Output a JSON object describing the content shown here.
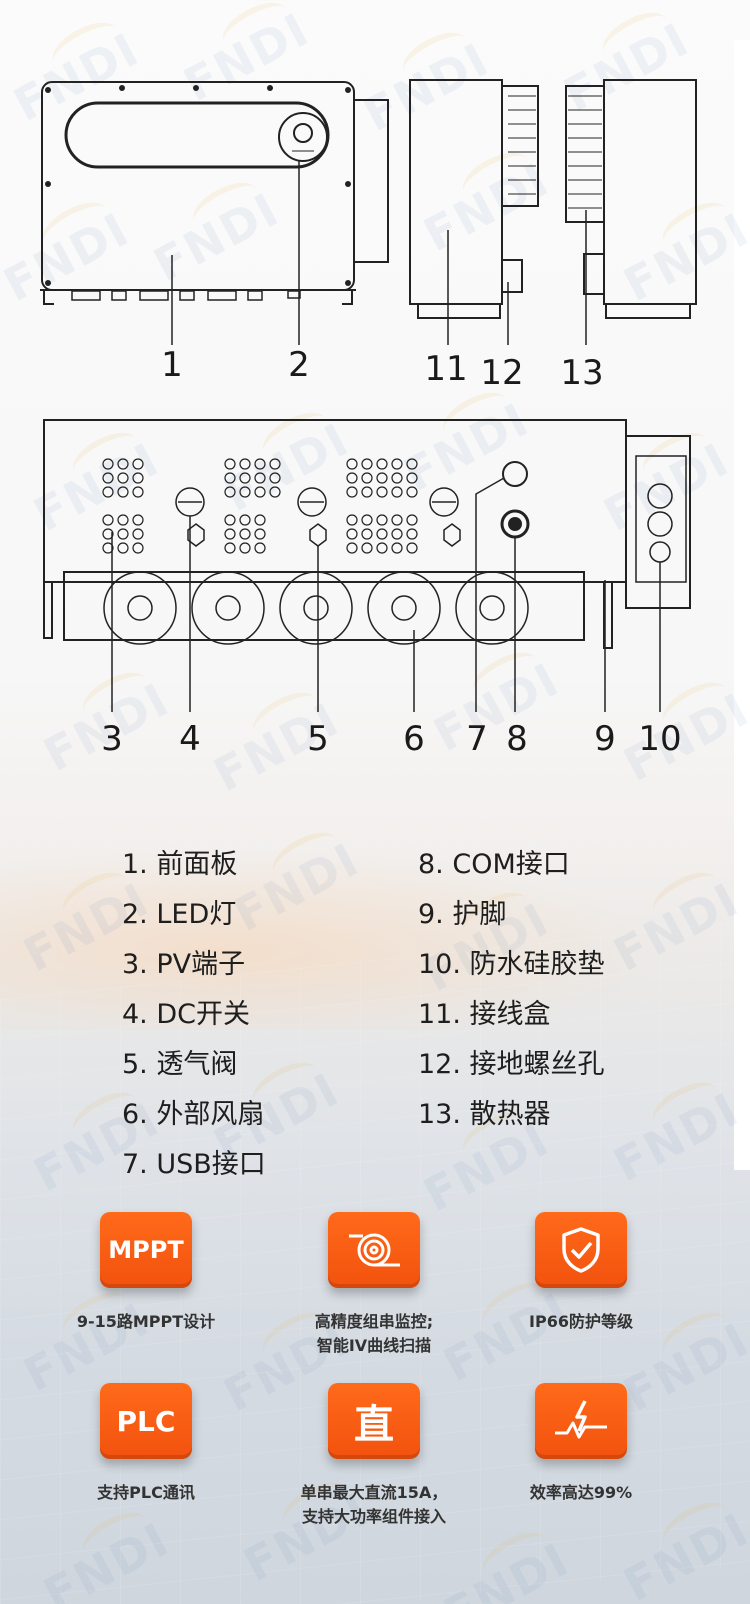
{
  "callouts": {
    "top": [
      "1",
      "2",
      "11",
      "12",
      "13"
    ],
    "bottom": [
      "3",
      "4",
      "5",
      "6",
      "7",
      "8",
      "9",
      "10"
    ]
  },
  "legend": {
    "left": [
      "1. 前面板",
      "2. LED灯",
      "3. PV端子",
      "4. DC开关",
      "5. 透气阀",
      "6. 外部风扇",
      "7. USB接口"
    ],
    "right": [
      "8. COM接口",
      "9. 护脚",
      "10. 防水硅胶垫",
      "11. 接线盒",
      "12. 接地螺丝孔",
      "13. 散热器"
    ]
  },
  "features": [
    {
      "icon_text": "MPPT",
      "icon": "mppt-text-icon",
      "caption": "9-15路MPPT设计"
    },
    {
      "icon_text": "",
      "icon": "monitoring-coil-icon",
      "caption": "高精度组串监控;\n智能IV曲线扫描"
    },
    {
      "icon_text": "",
      "icon": "shield-check-icon",
      "caption": "IP66防护等级"
    },
    {
      "icon_text": "PLC",
      "icon": "plc-text-icon",
      "caption": "支持PLC通讯"
    },
    {
      "icon_text": "直",
      "icon": "dc-char-icon",
      "caption": "单串最大直流15A，\n支持大功率组件接入"
    },
    {
      "icon_text": "",
      "icon": "efficiency-pulse-icon",
      "caption": "效率高达99%"
    }
  ],
  "watermark": "FNDI",
  "colors": {
    "accent": "#f2520e",
    "line": "#222222"
  }
}
